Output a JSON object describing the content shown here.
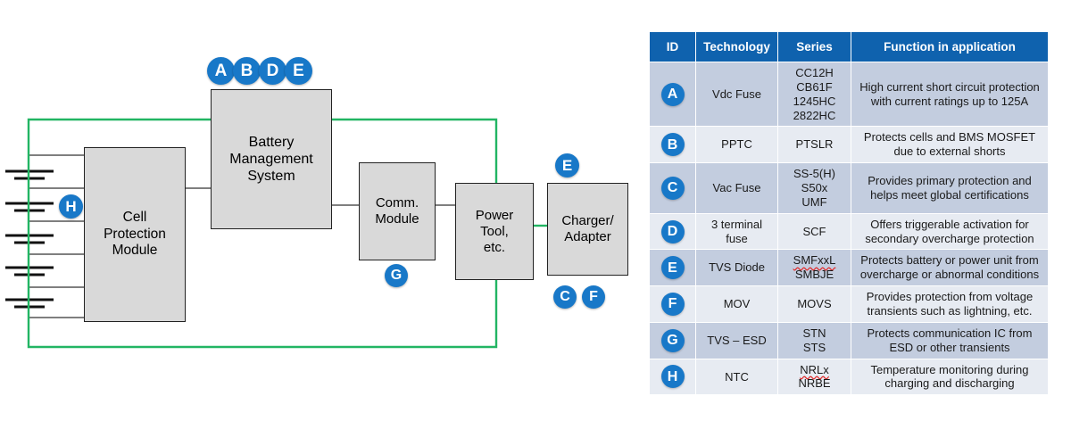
{
  "diagram": {
    "nodes": [
      {
        "id": "cell-protection-module",
        "label": "Cell\nProtection\nModule"
      },
      {
        "id": "battery-management-system",
        "label": "Battery\nManagement\nSystem"
      },
      {
        "id": "comm-module",
        "label": "Comm.\nModule"
      },
      {
        "id": "power-tool",
        "label": "Power\nTool,\netc."
      },
      {
        "id": "charger-adapter",
        "label": "Charger/\nAdapter"
      }
    ],
    "badges": {
      "bms_top": [
        "A",
        "B",
        "D",
        "E"
      ],
      "cell_protection": "H",
      "comm_module": "G",
      "charger_top": "E",
      "charger_bottom": [
        "C",
        "F"
      ]
    },
    "colors": {
      "badge": "#1878c8",
      "node_fill": "#d9d9d9",
      "node_stroke": "#222222",
      "power_bus": "#22b563",
      "signal_wire": "#555555"
    },
    "battery_cells": 5,
    "cell_taps": 6
  },
  "legend_table": {
    "headers": [
      "ID",
      "Technology",
      "Series",
      "Function in application"
    ],
    "header_bg": "#0f62ae",
    "rows": [
      {
        "id": "A",
        "technology": "Vdc Fuse",
        "series": [
          "CC12H",
          "CB61F",
          "1245HC",
          "2822HC"
        ],
        "function": "High current short circuit protection with current ratings up to 125A",
        "shade": "a"
      },
      {
        "id": "B",
        "technology": "PPTC",
        "series": [
          "PTSLR"
        ],
        "function": "Protects cells and BMS MOSFET due to external shorts",
        "shade": "b"
      },
      {
        "id": "C",
        "technology": "Vac Fuse",
        "series": [
          "SS-5(H)",
          "S50x",
          "UMF"
        ],
        "function": "Provides primary protection and helps meet global certifications",
        "shade": "a"
      },
      {
        "id": "D",
        "technology": "3 terminal fuse",
        "series": [
          "SCF"
        ],
        "function": "Offers triggerable activation for secondary overcharge protection",
        "shade": "b"
      },
      {
        "id": "E",
        "technology": "TVS Diode",
        "series": [
          "SMFxxL",
          "SMBJE"
        ],
        "series_misspelled": [
          true,
          false
        ],
        "function": "Protects battery or power unit from overcharge or abnormal conditions",
        "shade": "a"
      },
      {
        "id": "F",
        "technology": "MOV",
        "series": [
          "MOVS"
        ],
        "function": "Provides protection from voltage transients such as lightning, etc.",
        "shade": "b"
      },
      {
        "id": "G",
        "technology": "TVS – ESD",
        "series": [
          "STN",
          "STS"
        ],
        "function": "Protects communication IC from ESD or other transients",
        "shade": "a"
      },
      {
        "id": "H",
        "technology": "NTC",
        "series": [
          "NRLx",
          "NRBE"
        ],
        "series_misspelled": [
          true,
          false
        ],
        "function": "Temperature monitoring during charging and discharging",
        "shade": "b"
      }
    ]
  }
}
